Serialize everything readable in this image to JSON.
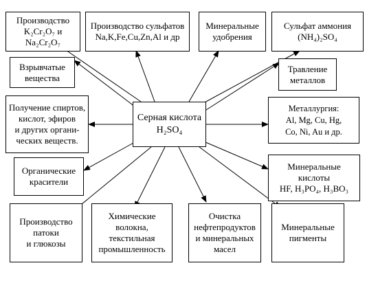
{
  "center": {
    "lines": "Серная кислота\nH₂SO₄"
  },
  "nodes": {
    "dichromates": "Производство\nK₂Cr₂O₇ и Na₂Cr₂O₇",
    "sulfates": "Производство сульфатов\nNa,K,Fe,Cu,Zn,Al и др",
    "fertilizers": "Минеральные\nудобрения",
    "ammonium_sulfate": "Сульфат аммония\n(NH₄)₂SO₄",
    "explosives": "Взрывчатые\nвещества",
    "etching": "Травление\nметаллов",
    "alcohols": "Получение спиртов,\nкислот, эфиров\nи других органи-\nческих веществ.",
    "metallurgy": "Металлургия:\nAl, Mg, Cu, Hg,\nCo, Ni, Au и др.",
    "dyes": "Органические\nкрасители",
    "mineral_acids": "Минеральные\nкислоты\nHF, H₃PO₄, H₃BO₃",
    "molasses": "Производство\nпатоки\nи глюкозы",
    "fibers": "Химические\nволокна,\nтекстильная\nпромышленность",
    "oil_refining": "Очистка\nнефтепродуктов\nи минеральных\nмасел",
    "pigments": "Минеральные\nпигменты"
  },
  "colors": {
    "line": "#000000",
    "background": "#ffffff"
  }
}
